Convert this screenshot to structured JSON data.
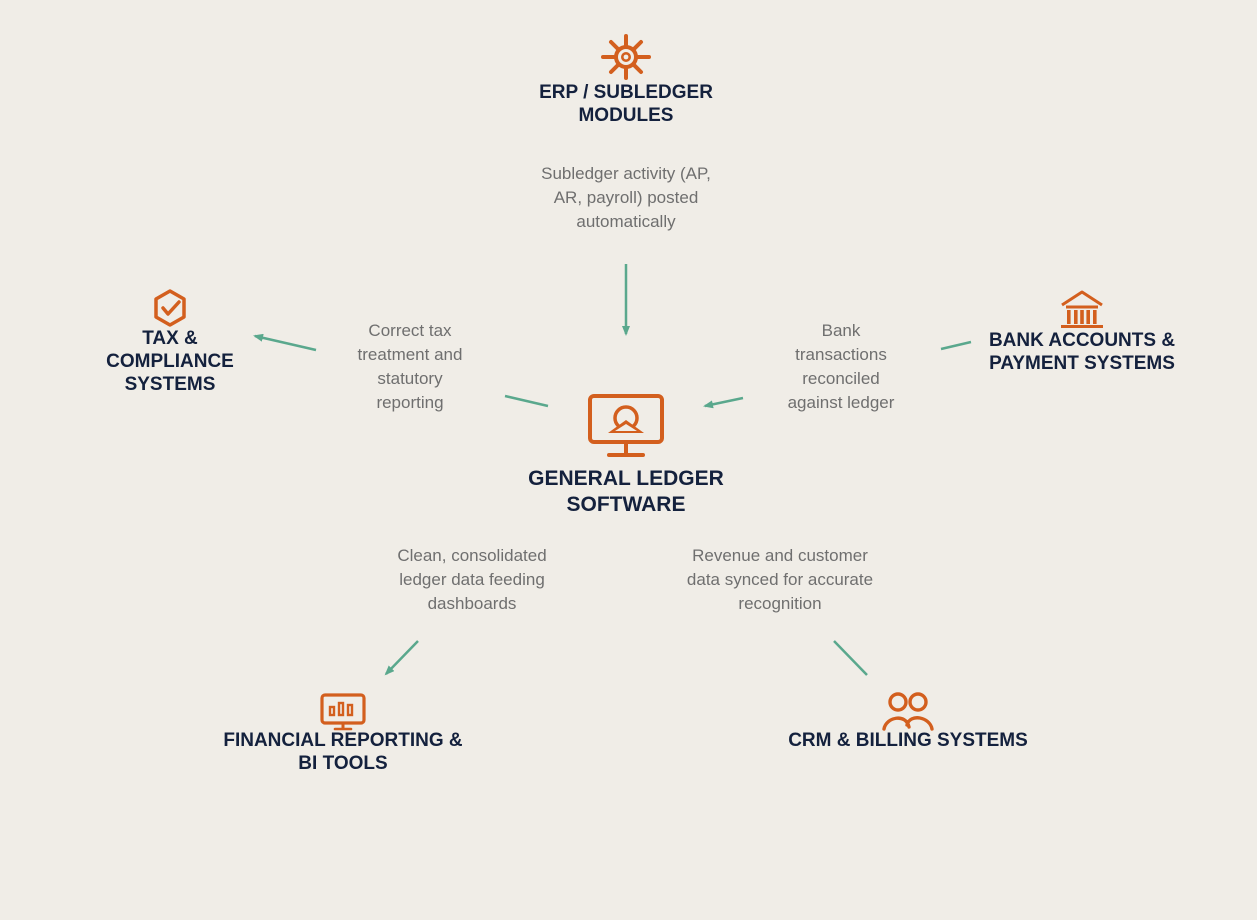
{
  "colors": {
    "background": "#f0ede7",
    "accent": "#d35f1e",
    "title_text": "#14213d",
    "label_text": "#6f6f6f",
    "arrow": "#5aa88d"
  },
  "nodes": {
    "center": {
      "title": "GENERAL LEDGER\nSOFTWARE",
      "icon": "monitor-icon"
    },
    "erp": {
      "title": "ERP / SUBLEDGER\nMODULES",
      "icon": "gear-icon"
    },
    "tax": {
      "title": "TAX &\nCOMPLIANCE\nSYSTEMS",
      "icon": "shield-check-icon"
    },
    "bank": {
      "title": "BANK ACCOUNTS &\nPAYMENT SYSTEMS",
      "icon": "bank-icon"
    },
    "reporting": {
      "title": "FINANCIAL REPORTING &\nBI TOOLS",
      "icon": "bar-chart-board-icon"
    },
    "crm": {
      "title": "CRM & BILLING SYSTEMS",
      "icon": "users-icon"
    }
  },
  "edges": {
    "erp": "Subledger activity (AP,\nAR, payroll) posted\nautomatically",
    "tax": "Correct tax\ntreatment and\nstatutory\nreporting",
    "bank": "Bank\ntransactions\nreconciled\nagainst ledger",
    "reporting": "Clean, consolidated\nledger data feeding\ndashboards",
    "crm": "Revenue and customer\ndata synced for accurate\nrecognition"
  }
}
